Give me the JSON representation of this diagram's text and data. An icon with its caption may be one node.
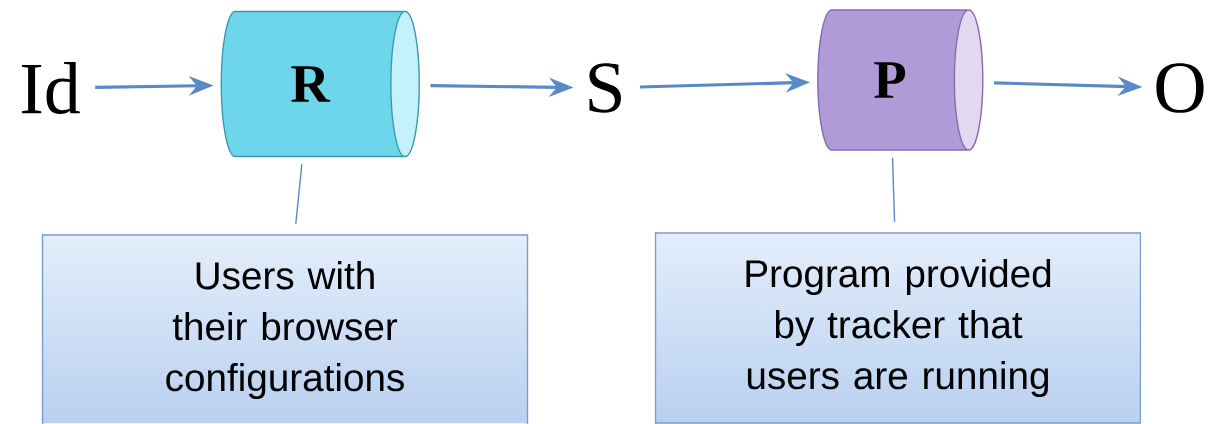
{
  "diagram": {
    "nodes": [
      {
        "text": [
          "Id"
        ]
      },
      {
        "text": [
          "R"
        ]
      },
      {
        "text": [
          "S"
        ]
      },
      {
        "text": [
          "P"
        ]
      },
      {
        "text": [
          "O"
        ]
      },
      {
        "text": [
          "Users with their browser configurations"
        ]
      },
      {
        "text": [
          "Program provided by tracker that users are running"
        ]
      }
    ],
    "edges": [
      {
        "from": 0,
        "to": 1,
        "arrow": "to"
      },
      {
        "from": 1,
        "to": 2,
        "arrow": "to"
      },
      {
        "from": 2,
        "to": 3,
        "arrow": "to"
      },
      {
        "from": 3,
        "to": 4,
        "arrow": "to"
      },
      {
        "from": 5,
        "to": 1,
        "arrow": "none"
      },
      {
        "from": 6,
        "to": 3,
        "arrow": "none"
      }
    ]
  }
}
